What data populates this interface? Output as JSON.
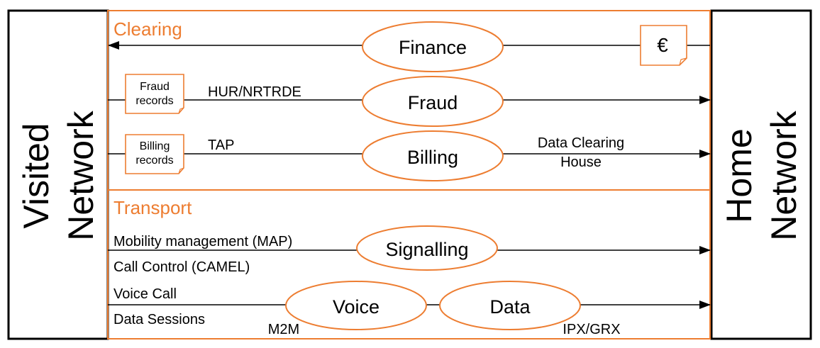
{
  "visited_network": {
    "line1": "Visited",
    "line2": "Network"
  },
  "home_network": {
    "line1": "Home",
    "line2": "Network"
  },
  "clearing": {
    "title": "Clearing",
    "finance": "Finance",
    "euro": "€",
    "fraud": "Fraud",
    "fraud_records_line1": "Fraud",
    "fraud_records_line2": "records",
    "hur_nrtrde": "HUR/NRTRDE",
    "billing": "Billing",
    "billing_records_line1": "Billing",
    "billing_records_line2": "records",
    "tap": "TAP",
    "data_clearing_line1": "Data Clearing",
    "data_clearing_line2": "House"
  },
  "transport": {
    "title": "Transport",
    "mobility": "Mobility management  (MAP)",
    "call_control": "Call Control  (CAMEL)",
    "signalling": "Signalling",
    "voice_call": "Voice Call",
    "data_sessions": "Data Sessions",
    "voice": "Voice",
    "data": "Data",
    "m2m": "M2M",
    "ipx_grx": "IPX/GRX"
  },
  "colors": {
    "accent": "#ED7D31",
    "line": "#000000",
    "background": "#FFFFFF"
  }
}
